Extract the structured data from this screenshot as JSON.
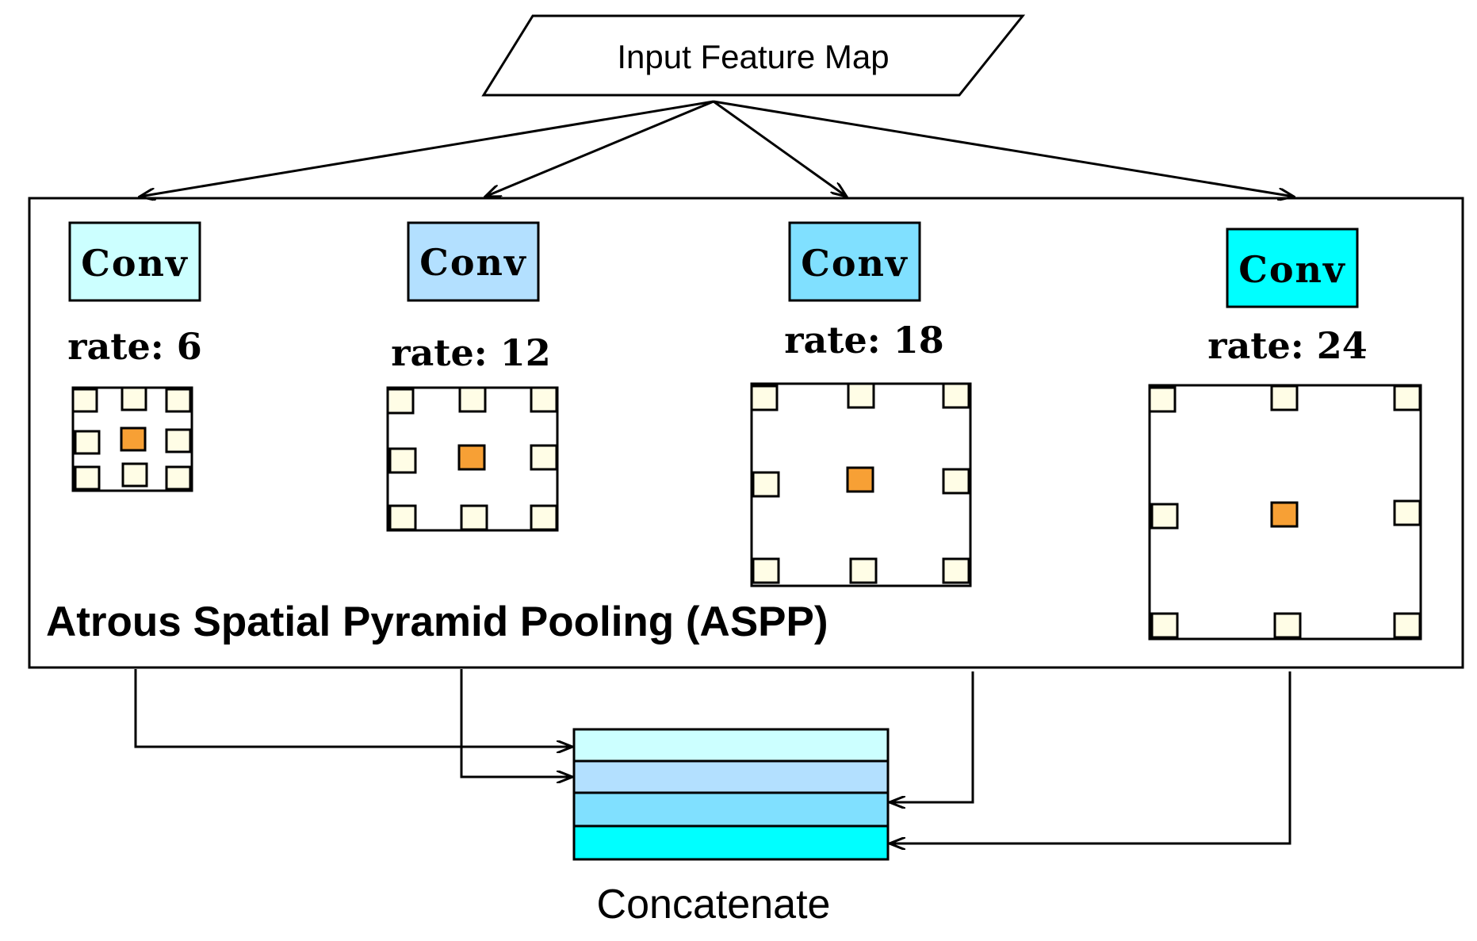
{
  "input_label": "Input Feature Map",
  "aspp_label": "Atrous Spatial Pyramid Pooling (ASPP)",
  "concat_label": "Concatenate",
  "branches": [
    {
      "conv_label": "Conv",
      "rate_label": "rate: 6",
      "color": "#ccffff"
    },
    {
      "conv_label": "Conv",
      "rate_label": "rate: 12",
      "color": "#b3e0ff"
    },
    {
      "conv_label": "Conv",
      "rate_label": "rate: 18",
      "color": "#80e0ff"
    },
    {
      "conv_label": "Conv",
      "rate_label": "rate: 24",
      "color": "#00ffff"
    }
  ],
  "colors": {
    "center_cell": "#f7a035",
    "outer_cell": "#fffde6",
    "stroke": "#000000"
  }
}
